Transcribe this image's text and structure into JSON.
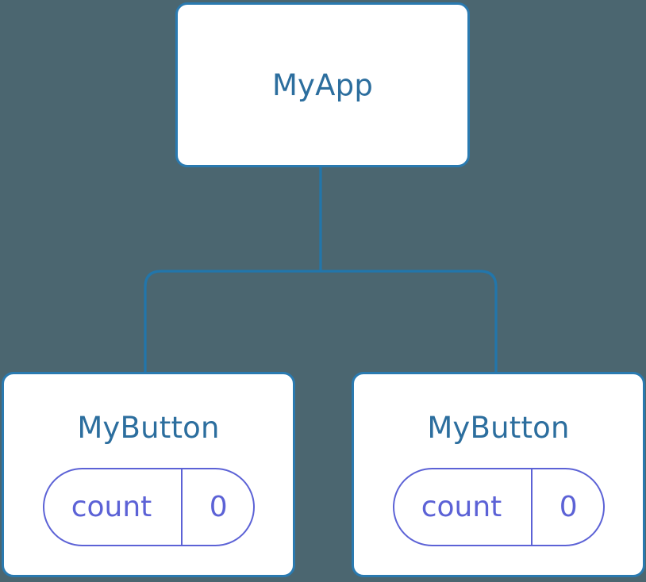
{
  "diagram": {
    "type": "component-tree",
    "background_color": "#4b6670",
    "node_fill_color": "#ffffff",
    "node_border_color": "#2a7ab0",
    "node_label_color": "#2c6e9e",
    "connector_color": "#2276ab",
    "state_accent_color": "#5c62d6",
    "root": {
      "label": "MyApp"
    },
    "children": [
      {
        "label": "MyButton",
        "state": {
          "key": "count",
          "value": "0"
        }
      },
      {
        "label": "MyButton",
        "state": {
          "key": "count",
          "value": "0"
        }
      }
    ]
  }
}
